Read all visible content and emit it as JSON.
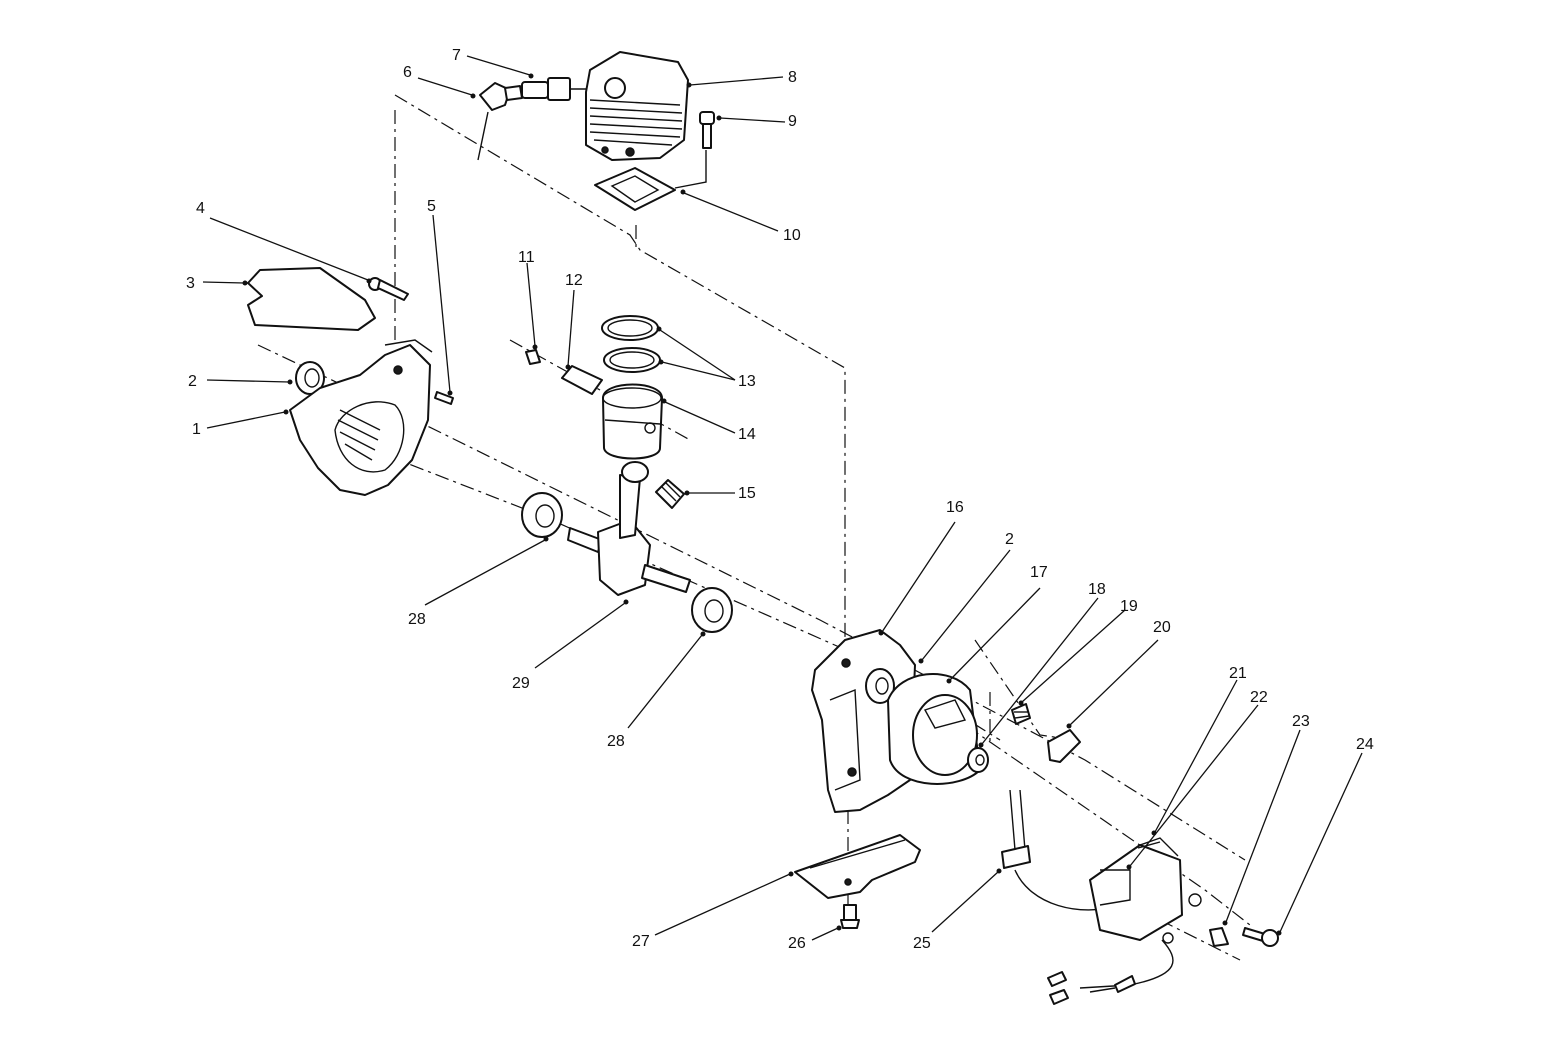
{
  "callouts": [
    {
      "id": "c1",
      "text": "1"
    },
    {
      "id": "c2a",
      "text": "2"
    },
    {
      "id": "c3",
      "text": "3"
    },
    {
      "id": "c4",
      "text": "4"
    },
    {
      "id": "c5",
      "text": "5"
    },
    {
      "id": "c6",
      "text": "6"
    },
    {
      "id": "c7",
      "text": "7"
    },
    {
      "id": "c8",
      "text": "8"
    },
    {
      "id": "c9",
      "text": "9"
    },
    {
      "id": "c10",
      "text": "10"
    },
    {
      "id": "c11",
      "text": "11"
    },
    {
      "id": "c12",
      "text": "12"
    },
    {
      "id": "c13",
      "text": "13"
    },
    {
      "id": "c14",
      "text": "14"
    },
    {
      "id": "c15",
      "text": "15"
    },
    {
      "id": "c16",
      "text": "16"
    },
    {
      "id": "c2b",
      "text": "2"
    },
    {
      "id": "c17",
      "text": "17"
    },
    {
      "id": "c18",
      "text": "18"
    },
    {
      "id": "c19",
      "text": "19"
    },
    {
      "id": "c20",
      "text": "20"
    },
    {
      "id": "c21",
      "text": "21"
    },
    {
      "id": "c22",
      "text": "22"
    },
    {
      "id": "c23",
      "text": "23"
    },
    {
      "id": "c24",
      "text": "24"
    },
    {
      "id": "c25",
      "text": "25"
    },
    {
      "id": "c26",
      "text": "26"
    },
    {
      "id": "c27",
      "text": "27"
    },
    {
      "id": "c28a",
      "text": "28"
    },
    {
      "id": "c28b",
      "text": "28"
    },
    {
      "id": "c29",
      "text": "29"
    }
  ]
}
